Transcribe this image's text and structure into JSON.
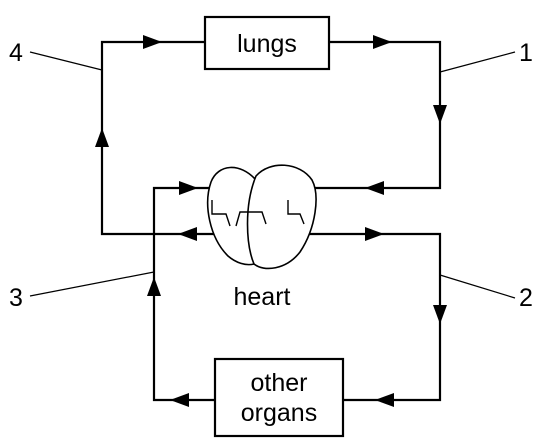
{
  "diagram": {
    "boxes": {
      "lungs": "lungs",
      "other_organs_line1": "other",
      "other_organs_line2": "organs"
    },
    "heart_label": "heart",
    "vessel_labels": {
      "v1": "1",
      "v2": "2",
      "v3": "3",
      "v4": "4"
    }
  }
}
